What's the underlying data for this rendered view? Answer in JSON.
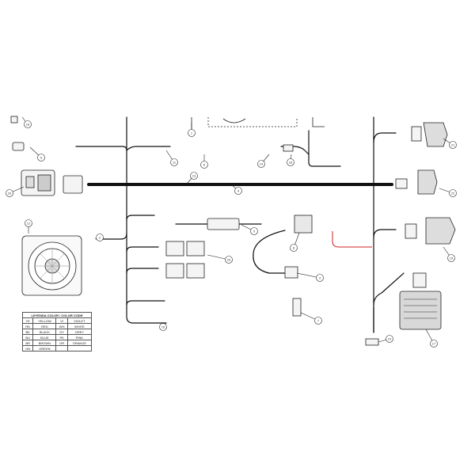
{
  "callouts": [
    "16",
    "5",
    "21",
    "22",
    "19",
    "20",
    "14",
    "18",
    "4",
    "6",
    "1",
    "12",
    "9",
    "8",
    "3",
    "7",
    "23",
    "17",
    "10",
    "15",
    "13",
    "11",
    "2"
  ],
  "legend": {
    "title": "LEYENDA COLOR / COLOR CODE",
    "rows": [
      [
        "YE",
        "YELLOW",
        "VI",
        "VIOLET"
      ],
      [
        "RD",
        "RED",
        "WH",
        "WHITE"
      ],
      [
        "BK",
        "BLACK",
        "GY",
        "GREY"
      ],
      [
        "BU",
        "BLUE",
        "PK",
        "PINK"
      ],
      [
        "BR",
        "BROWN",
        "OR",
        "ORANGE"
      ],
      [
        "GN",
        "GREEN",
        "",
        ""
      ]
    ]
  },
  "colors": {
    "line": "#111111",
    "accent_red": "#cc2222",
    "background": "#ffffff"
  }
}
